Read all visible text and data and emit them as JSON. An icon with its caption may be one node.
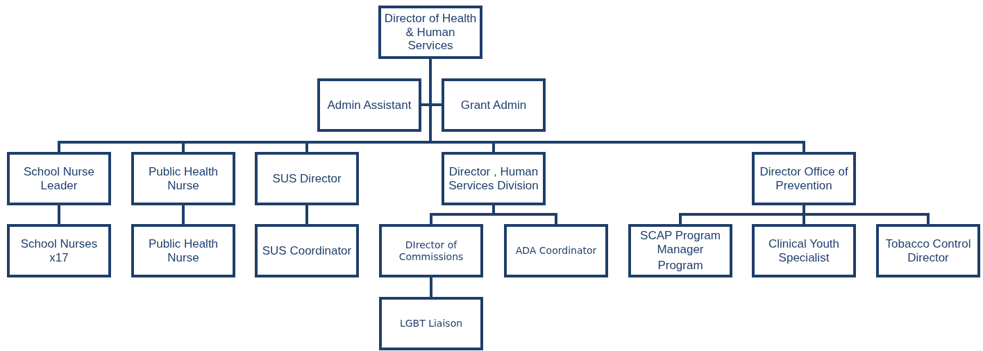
{
  "diagram": {
    "nodes": [
      {
        "text": [
          "Director of Health & Human Services"
        ]
      },
      {
        "text": [
          "Admin Assistant"
        ]
      },
      {
        "text": [
          "Grant Admin"
        ]
      },
      {
        "text": [
          "School Nurse Leader"
        ]
      },
      {
        "text": [
          "Public Health Nurse"
        ]
      },
      {
        "text": [
          "SUS Director"
        ]
      },
      {
        "text": [
          "Director , Human Services Division"
        ]
      },
      {
        "text": [
          "Director Office of Prevention"
        ]
      },
      {
        "text": [
          "School Nurses x17"
        ]
      },
      {
        "text": [
          "Public Health Nurse"
        ]
      },
      {
        "text": [
          "SUS Coordinator"
        ]
      },
      {
        "text": [
          "DIrector of Commissions"
        ]
      },
      {
        "text": [
          "ADA Coordinator"
        ]
      },
      {
        "text": [
          "SCAP Program Manager",
          "Program"
        ]
      },
      {
        "text": [
          "Clinical Youth Specialist"
        ]
      },
      {
        "text": [
          "Tobacco Control Director"
        ]
      },
      {
        "text": [
          "LGBT Liaison"
        ]
      }
    ],
    "edges": [
      {
        "from": 0,
        "to": 1,
        "arrow": "none"
      },
      {
        "from": 0,
        "to": 2,
        "arrow": "none"
      },
      {
        "from": 0,
        "to": 3,
        "arrow": "none"
      },
      {
        "from": 0,
        "to": 4,
        "arrow": "none"
      },
      {
        "from": 0,
        "to": 5,
        "arrow": "none"
      },
      {
        "from": 0,
        "to": 6,
        "arrow": "none"
      },
      {
        "from": 0,
        "to": 7,
        "arrow": "none"
      },
      {
        "from": 3,
        "to": 8,
        "arrow": "none"
      },
      {
        "from": 4,
        "to": 9,
        "arrow": "none"
      },
      {
        "from": 5,
        "to": 10,
        "arrow": "none"
      },
      {
        "from": 6,
        "to": 11,
        "arrow": "none"
      },
      {
        "from": 6,
        "to": 12,
        "arrow": "none"
      },
      {
        "from": 11,
        "to": 16,
        "arrow": "none"
      },
      {
        "from": 7,
        "to": 13,
        "arrow": "none"
      },
      {
        "from": 7,
        "to": 14,
        "arrow": "none"
      },
      {
        "from": 7,
        "to": 15,
        "arrow": "none"
      }
    ]
  }
}
